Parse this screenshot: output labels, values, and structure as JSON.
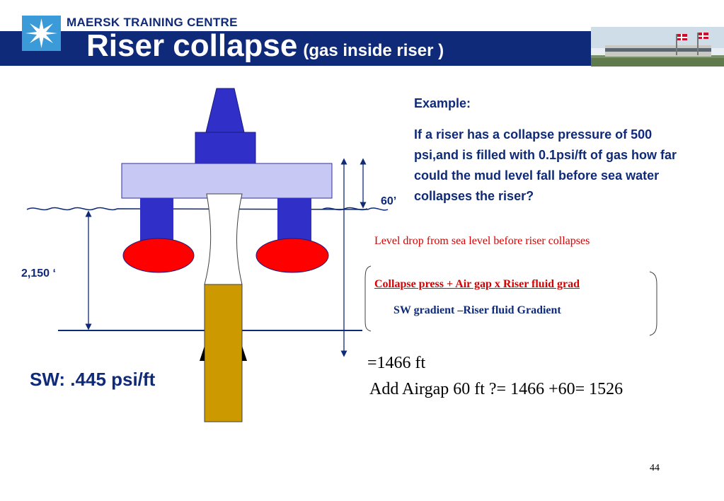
{
  "header": {
    "brand": "MAERSK TRAINING CENTRE",
    "title": "Riser collapse",
    "subtitle": "(gas inside riser  )",
    "logo_icon": "star-icon",
    "accent_color": "#0f2a78",
    "logo_color": "#3a9bd8"
  },
  "diagram": {
    "air_gap_label": "60’",
    "depth_label": "2,150 ‘",
    "sw_gradient_label": "SW: .445 psi/ft"
  },
  "example": {
    "heading": "Example:",
    "question": "If a riser has a collapse pressure of 500 psi,and is filled with 0.1psi/ft of gas  how far could the mud level fall before sea water collapses the riser?",
    "level_drop_text": "Level drop from sea level  before riser collapses",
    "formula_numerator": "Collapse press + Air gap x Riser fluid grad",
    "formula_denominator": "SW gradient –Riser fluid Gradient",
    "result_line1": "=1466 ft",
    "result_line2": "Add Airgap 60 ft ?= 1466 +60= 1526"
  },
  "page_number": "44"
}
